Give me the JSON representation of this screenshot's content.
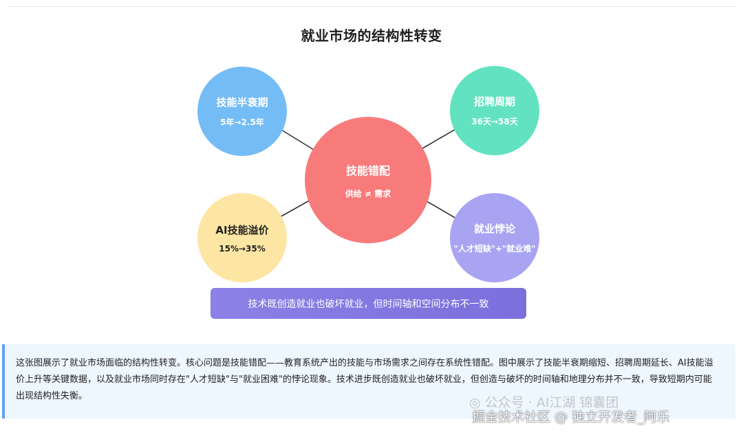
{
  "title": "就业市场的结构性转变",
  "center": {
    "name": "技能错配",
    "value": "供给 ≠ 需求",
    "color": "#f77b7b"
  },
  "nodes": {
    "half_life": {
      "name": "技能半衰期",
      "value": "5年→2.5年",
      "color": "#74bcf6"
    },
    "hiring_cycle": {
      "name": "招聘周期",
      "value": "36天→58天",
      "color": "#62e2c1"
    },
    "ai_premium": {
      "name": "AI技能溢价",
      "value": "15%→35%",
      "color": "#fde6a3"
    },
    "paradox": {
      "name": "就业悖论",
      "value": "\"人才短缺\"+\"就业难\"",
      "color": "#a9a4f2"
    }
  },
  "banner": "技术既创造就业也破坏就业，但时间轴和空间分布不一致",
  "description": "这张图展示了就业市场面临的结构性转变。核心问题是技能错配——教育系统产出的技能与市场需求之间存在系统性错配。图中展示了技能半衰期缩短、招聘周期延长、AI技能溢价上升等关键数据，以及就业市场同时存在\"人才短缺\"与\"就业困难\"的悖论现象。技术进步既创造就业也破坏就业，但创造与破坏的时间轴和地理分布并不一致，导致短期内可能出现结构性失衡。",
  "watermarks": {
    "wechat": "◎ 公众号 · AI江湖 锦囊团",
    "juejin": "掘金技术社区 @ 独立开发者_阿乐"
  }
}
